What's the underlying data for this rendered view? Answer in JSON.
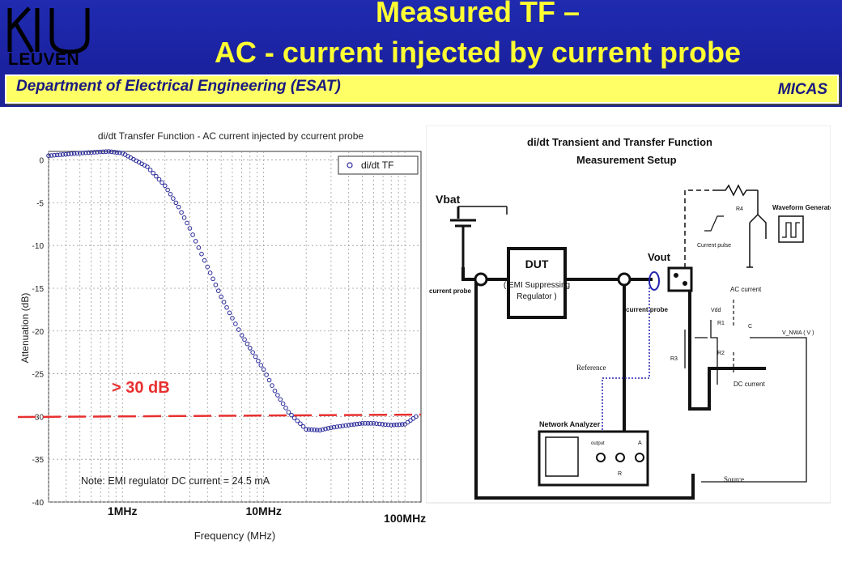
{
  "header": {
    "logo_text": "LEUVEN",
    "title_line1": "Measured TF –",
    "title_line2": "AC - current injected by current probe",
    "department": "Department of Electrical Engineering (ESAT)",
    "group": "MICAS"
  },
  "colors": {
    "header_bg": "#1f2bb0",
    "title": "#ffff33",
    "band": "#ffff66",
    "series": "#2a2a9a",
    "annotation": "#e83030"
  },
  "chart_data": {
    "type": "scatter",
    "title": "di/dt  Transfer  Function - AC current injected by ccurrent probe",
    "xlabel": "Frequency (MHz)",
    "ylabel": "Attenuation (dB)",
    "x_scale": "log",
    "xlim": [
      0.3,
      130
    ],
    "ylim": [
      -40,
      1
    ],
    "yticks": [
      "0",
      "-5",
      "-10",
      "-15",
      "-20",
      "-25",
      "-30",
      "-35",
      "-40"
    ],
    "xtick_labels": [
      "1MHz",
      "10MHz",
      "100MHz"
    ],
    "grid": true,
    "legend": {
      "entries": [
        "di/dt TF"
      ],
      "position": "top-right"
    },
    "series": [
      {
        "name": "di/dt TF",
        "x": [
          0.3,
          0.5,
          0.8,
          1.0,
          1.5,
          2.0,
          2.5,
          3.0,
          4.0,
          5.0,
          6.0,
          7.0,
          8.0,
          10,
          12,
          15,
          20,
          25,
          30,
          40,
          50,
          60,
          80,
          100,
          120
        ],
        "y": [
          0.5,
          0.8,
          1.0,
          0.8,
          -0.8,
          -3.0,
          -5.5,
          -8.0,
          -12.5,
          -16.0,
          -18.5,
          -20.5,
          -22.0,
          -24.5,
          -27.0,
          -29.5,
          -31.5,
          -31.6,
          -31.3,
          -31.0,
          -30.8,
          -30.8,
          -31.0,
          -30.9,
          -30.0
        ]
      }
    ],
    "annotations": {
      "gain_label": "> 30 dB",
      "note": "Note: EMI regulator DC current = 24.5 mA"
    }
  },
  "setup": {
    "title_line1": "di/dt  Transient and Transfer Function",
    "title_line2": "Measurement Setup",
    "vbat": "Vbat",
    "dut": "DUT",
    "dut_sub": "( EMI Suppressing",
    "dut_sub2": "Regulator )",
    "vout": "Vout",
    "current_probe_left": "current probe",
    "current_probe_right": "current probe",
    "ac_current": "AC current",
    "dc_current": "DC current",
    "waveform_generator": "Waveform Generator",
    "current_pulse": "Current pulse",
    "r4": "R4",
    "vdd": "Vdd",
    "r1": "R1",
    "r2": "R2",
    "r3": "R3",
    "c": "C",
    "v_nwa": "V_NWA ( V )",
    "reference": "Reference",
    "network_analyzer": "Network Analyzer",
    "output": "output",
    "port_a": "A",
    "port_r": "R",
    "source": "Source"
  }
}
